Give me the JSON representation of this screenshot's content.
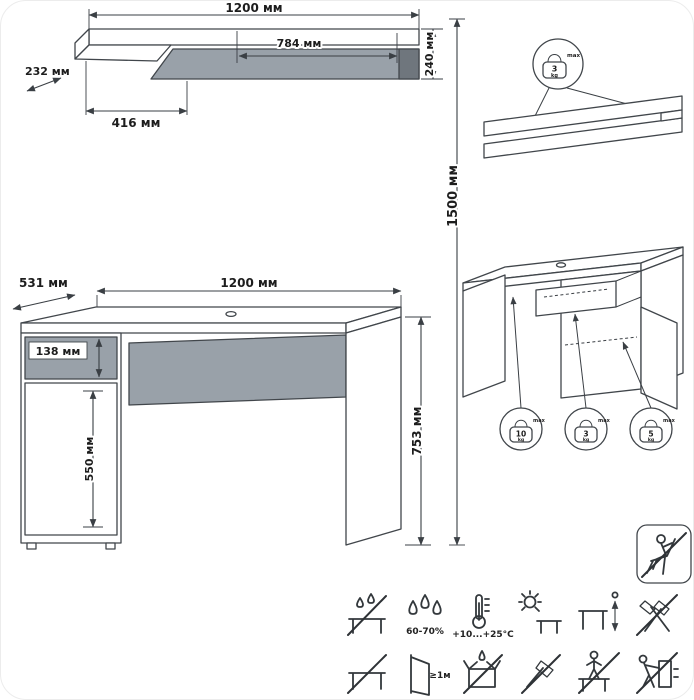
{
  "diagram": {
    "shelf": {
      "width": "1200 мм",
      "opening_width": "784 мм",
      "depth": "232 мм",
      "side_section": "416 мм",
      "height": "240 мм"
    },
    "total_height": "1500 мм",
    "desk": {
      "depth": "531 мм",
      "width": "1200 мм",
      "drawer_height": "138 мм",
      "door_height": "550 мм",
      "height": "753 мм"
    }
  },
  "load_limits": {
    "shelf": {
      "value": "3",
      "unit": "kg",
      "note": "max"
    },
    "desktop": {
      "value": "10",
      "unit": "kg",
      "note": "max"
    },
    "drawer": {
      "value": "3",
      "unit": "kg",
      "note": "max"
    },
    "cabinet_shelf": {
      "value": "5",
      "unit": "kg",
      "note": "max"
    }
  },
  "care_icons": [
    {
      "id": "no-liquids-icon",
      "caption": ""
    },
    {
      "id": "humidity-icon",
      "caption": "60-70%"
    },
    {
      "id": "temperature-icon",
      "caption": "+10...+25°C"
    },
    {
      "id": "no-direct-sunlight-icon",
      "caption": ""
    },
    {
      "id": "level-adjust-icon",
      "caption": ""
    },
    {
      "id": "no-hammer-assembly-icon",
      "caption": ""
    },
    {
      "id": "no-tilt-icon",
      "caption": ""
    },
    {
      "id": "heat-distance-icon",
      "caption": "≥1м"
    },
    {
      "id": "keep-dry-icon",
      "caption": ""
    },
    {
      "id": "no-impact-icon",
      "caption": ""
    },
    {
      "id": "no-climbing-icon",
      "caption": ""
    },
    {
      "id": "no-dragging-icon",
      "caption": ""
    }
  ],
  "colors": {
    "panel_gray": "#99a1a9",
    "panel_dark_gray": "#6f767d",
    "line": "#3a3f44"
  }
}
